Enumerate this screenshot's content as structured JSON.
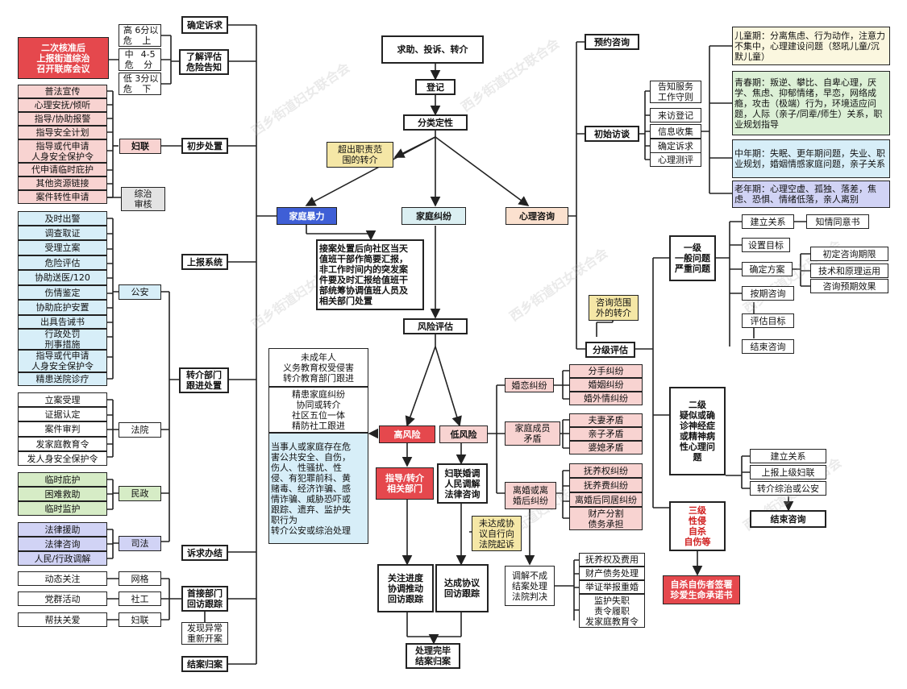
{
  "watermark": "西乡街道妇女联合会",
  "main": {
    "seek": "求助、投诉、转介",
    "register": "登记",
    "classify": "分类定性",
    "beyond": "超出职责范\n围的转介",
    "dv": "家庭暴力",
    "dispute": "家庭纠纷",
    "psy": "心理咨询",
    "report_dispute": "接案处置后向社区当天\n值班干部作简要汇报，\n非工作时间内的突发案\n件要及时汇报给值班干\n部统筹协调值班人员及\n相关部门处置",
    "risk": "风险评估",
    "high": "高风险",
    "low": "低风险",
    "refer_high": "指导/转介\n相关部门",
    "women_fed": "妇联婚调\n人民调解\n法律咨询",
    "not_agree": "未达成协\n议自行向\n法院起诉",
    "track_high": "关注进度\n协调推动\n回访跟踪",
    "track_low": "达成协议\n回访跟踪",
    "close": "处理完毕\n结案归案",
    "no_mediate": "调解不成\n结案处理\n法院判决"
  },
  "high_info": {
    "minor": "未成年人\n义务教育权受侵害\n转介教育部门跟进",
    "family": "精患家庭纠纷\n协同或转介\n社区五位一体\n精防社工跟进",
    "party": "当事人或家庭存在危\n害公共安全、自伤，\n伤人、性骚扰、性\n侵、有犯罪前科、黄\n赌毒、经济诈骗、感\n情诈骗、威胁恐吓或\n跟踪、遗弃、监护失\n职行为\n转介公安或综治处理"
  },
  "spine": {
    "confirm": "确定诉求",
    "assess": "了解评估\n危险告知",
    "initial": "初步处置",
    "report": "上报系统",
    "transfer": "转介部门\n跟进处置",
    "appeal": "诉求办结",
    "visit": "首接部门\n回访跟踪",
    "anomaly": "发现异常\n重新开案",
    "archive": "结案归案"
  },
  "risk_levels": [
    {
      "level": "高危",
      "score": "6分以上"
    },
    {
      "level": "中危",
      "score": "4-5分"
    },
    {
      "level": "低危",
      "score": "3分以下"
    }
  ],
  "red_meeting": "二次核准后\n上报街道综治\n召开联席会议",
  "fulian": "妇联",
  "zongzhi": "综治\n审核",
  "fulian_items": [
    "普法宣传",
    "心理安抚/倾听",
    "指导/协助报警",
    "指导安全计划",
    "指导或代申请\n人身安全保护令",
    "代申请临时庇护",
    "其他资源链接",
    "案件转性申请"
  ],
  "police": "公安",
  "police_items": [
    "及时出警",
    "调查取证",
    "受理立案",
    "危险评估",
    "协助送医/120",
    "伤情鉴定",
    "协助庇护安置",
    "出具告诫书",
    "行政处罚\n刑事措施",
    "指导或代申请\n人身安全保护令",
    "精患送院诊疗"
  ],
  "court": "法院",
  "court_items": [
    "立案受理",
    "证据认定",
    "案件审判",
    "发家庭教育令",
    "发人身安全保护令"
  ],
  "civil": "民政",
  "civil_items": [
    "临时庇护",
    "困难救助",
    "临时监护"
  ],
  "justice": "司法",
  "justice_items": [
    "法律援助",
    "法律咨询",
    "人民/行政调解"
  ],
  "grid": "网格",
  "social": "社工",
  "fulian2": "妇联",
  "grid_item": "动态关注",
  "social_item": "党群活动",
  "fulian2_item": "帮扶关爱",
  "dispute_cats": {
    "marriage": "婚恋纠纷",
    "member": "家庭成员\n矛盾",
    "divorce": "离婚或离\n婚后纠纷"
  },
  "marriage_items": [
    "分手纠纷",
    "婚姻纠纷",
    "婚外情纠纷"
  ],
  "member_items": [
    "夫妻矛盾",
    "亲子矛盾",
    "婆媳矛盾"
  ],
  "divorce_items": [
    "抚养权纠纷",
    "抚养费纠纷",
    "离婚后同居纠纷",
    "财产分割\n债务承担"
  ],
  "judgment_items": [
    "抚养权及费用",
    "财产债务处理",
    "举证举报重婚",
    "监护失职\n责令履职\n发家庭教育令"
  ],
  "psy_flow": {
    "appointment": "预约咨询",
    "initial_visit": "初始访谈",
    "visit_items": [
      "告知服务\n工作守则",
      "来访登记",
      "信息收集",
      "确定诉求",
      "心理测评"
    ],
    "beyond": "咨询范围\n外的转介",
    "grading": "分级评估",
    "level1": "一级\n一般问题\n严重问题",
    "level2": "二级\n疑似或确\n诊神经症\n或精神病\n性心理问\n题",
    "level3": "三级\n性侵\n自杀\n自伤等",
    "commit": "自杀自伤者签署\n珍爱生命承诺书"
  },
  "life_stages": [
    "儿童期：分离焦虑、行为动作，注意力不集中，心理建设问题（怒吼儿童/沉默儿童）",
    "青春期：叛逆、攀比、自卑心理，厌学、焦虑、抑郁情绪，早恋，网络成瘾，攻击（极端）行为，环境适应问题，人际（亲子/同辈/师生）关系，职业规划指导",
    "中年期：失眠、更年期问题，失业、职业规划，婚姻情感家庭问题，亲子关系",
    "老年期：心理空虚、孤独、落差，焦虑、恐惧、情绪低落，亲人离别"
  ],
  "level1_steps": [
    "建立关系",
    "设置目标",
    "确定方案",
    "按期咨询",
    "评估目标",
    "结束咨询"
  ],
  "consent": "知情同意书",
  "plan_items": [
    "初定咨询期限",
    "技术和原理运用",
    "咨询预期效果"
  ],
  "level2_steps": [
    "建立关系",
    "上报上级妇联",
    "转介综治或公安",
    "结束咨询"
  ]
}
